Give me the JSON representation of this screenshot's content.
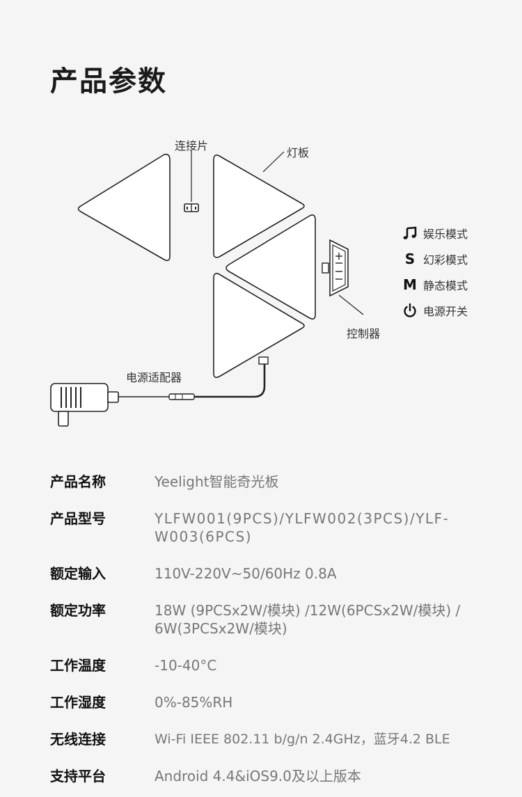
{
  "title": "产品参数",
  "diagram": {
    "labels": {
      "connector": "连接片",
      "panel": "灯板",
      "controller": "控制器",
      "adapter": "电源适配器"
    },
    "legend": [
      {
        "icon": "music-note-icon",
        "label": "娱乐模式"
      },
      {
        "icon": "letter-s-icon",
        "glyph": "S",
        "label": "幻彩模式"
      },
      {
        "icon": "letter-m-icon",
        "glyph": "M",
        "label": "静态模式"
      },
      {
        "icon": "power-icon",
        "label": "电源开关"
      }
    ]
  },
  "specs": [
    {
      "key": "产品名称",
      "value": "Yeelight智能奇光板"
    },
    {
      "key": "产品型号",
      "value": "YLFW001(9PCS)/YLFW002(3PCS)/YLF-W003(6PCS)"
    },
    {
      "key": "额定输入",
      "value": "110V-220V~50/60Hz 0.8A"
    },
    {
      "key": "额定功率",
      "value": "18W (9PCSx2W/模块) /12W(6PCSx2W/模块) / 6W(3PCSx2W/模块)"
    },
    {
      "key": "工作温度",
      "value": "-10-40°C"
    },
    {
      "key": "工作湿度",
      "value": "0%-85%RH"
    },
    {
      "key": "无线连接",
      "value": "Wi-Fi IEEE 802.11 b/g/n 2.4GHz，蓝牙4.2 BLE"
    },
    {
      "key": "支持平台",
      "value": "Android 4.4&iOS9.0及以上版本"
    }
  ]
}
